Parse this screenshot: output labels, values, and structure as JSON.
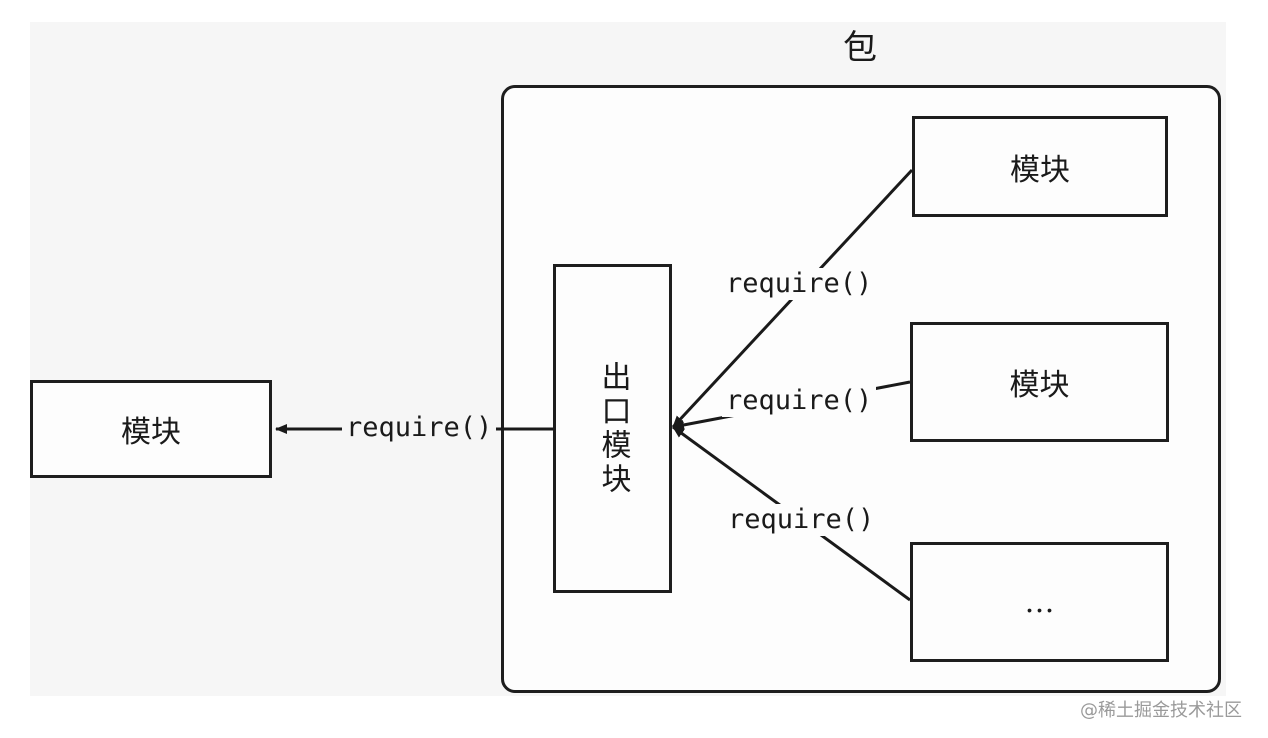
{
  "package": {
    "title": "包"
  },
  "entry_module": {
    "label": "出口模块"
  },
  "external_module": {
    "label": "模块"
  },
  "internal_modules": [
    {
      "label": "模块"
    },
    {
      "label": "模块"
    },
    {
      "label": "…"
    }
  ],
  "edges": {
    "outer": {
      "label": "require()"
    },
    "inner": [
      {
        "label": "require()"
      },
      {
        "label": "require()"
      },
      {
        "label": "require()"
      }
    ]
  },
  "watermark": "@稀土掘金技术社区"
}
